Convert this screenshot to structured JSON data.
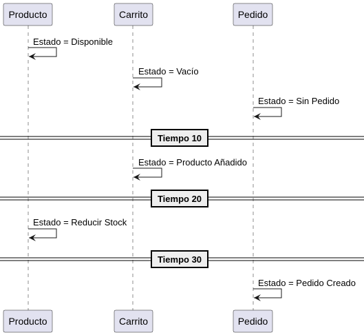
{
  "participants": [
    {
      "id": "producto",
      "label": "Producto"
    },
    {
      "id": "carrito",
      "label": "Carrito"
    },
    {
      "id": "pedido",
      "label": "Pedido"
    }
  ],
  "messages": [
    {
      "participant": "producto",
      "label": "Estado = Disponible"
    },
    {
      "participant": "carrito",
      "label": "Estado = Vacío"
    },
    {
      "participant": "pedido",
      "label": "Estado = Sin Pedido"
    },
    {
      "divider": "Tiempo 10"
    },
    {
      "participant": "carrito",
      "label": "Estado = Producto Añadido"
    },
    {
      "divider": "Tiempo 20"
    },
    {
      "participant": "producto",
      "label": "Estado = Reducir Stock"
    },
    {
      "divider": "Tiempo 30"
    },
    {
      "participant": "pedido",
      "label": "Estado = Pedido Creado"
    }
  ],
  "colors": {
    "participant_fill": "#e2e2f0",
    "line": "#181818",
    "divider_fill": "#eeeeee"
  }
}
